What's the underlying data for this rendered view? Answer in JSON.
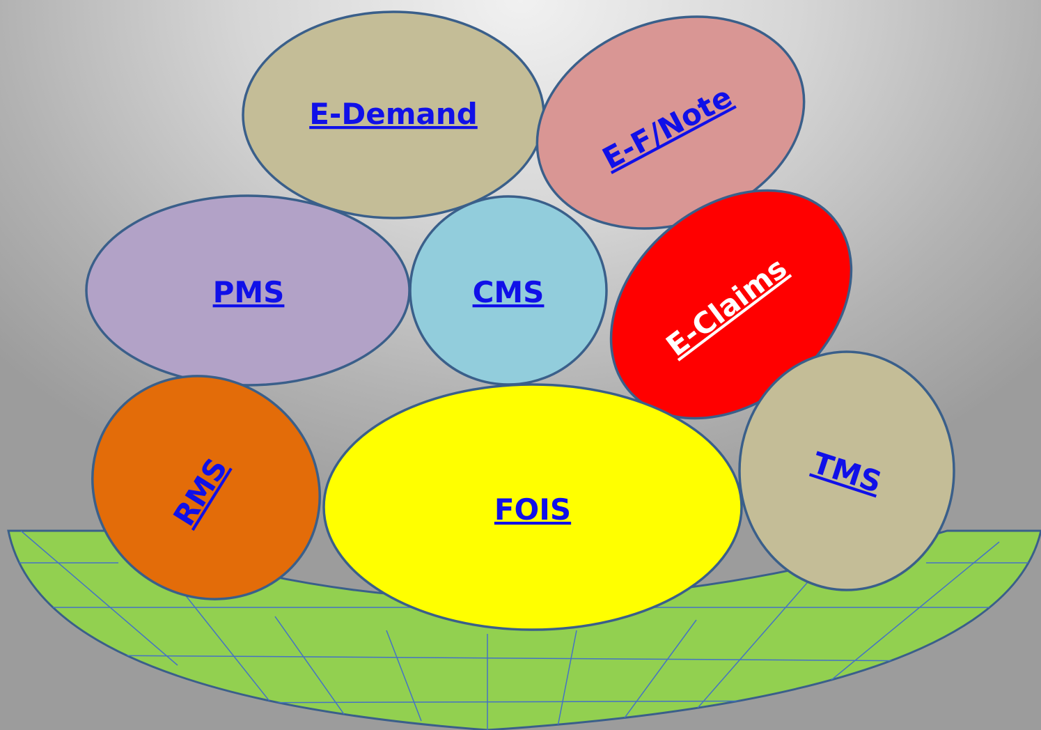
{
  "link_color": "#1010e8",
  "basket": {
    "fill": "#92d050",
    "line": "#4472c4",
    "outline": "#3a5f8a"
  },
  "bubbles": [
    {
      "id": "e-demand",
      "label": "E-Demand",
      "fill": "#c4bd97",
      "text_color": "#1010e8"
    },
    {
      "id": "e-f-note",
      "label": "E-F/Note",
      "fill": "#d99694",
      "text_color": "#1010e8"
    },
    {
      "id": "pms",
      "label": "PMS",
      "fill": "#b2a2c7",
      "text_color": "#1010e8"
    },
    {
      "id": "cms",
      "label": "CMS",
      "fill": "#92cddc",
      "text_color": "#1010e8"
    },
    {
      "id": "e-claims",
      "label": "E-Claims",
      "fill": "#ff0000",
      "text_color": "#ffffff"
    },
    {
      "id": "rms",
      "label": "RMS",
      "fill": "#e36c09",
      "text_color": "#1010e8"
    },
    {
      "id": "fois",
      "label": "FOIS",
      "fill": "#ffff00",
      "text_color": "#1010e8"
    },
    {
      "id": "tms",
      "label": "TMS",
      "fill": "#c4bd97",
      "text_color": "#1010e8"
    }
  ]
}
